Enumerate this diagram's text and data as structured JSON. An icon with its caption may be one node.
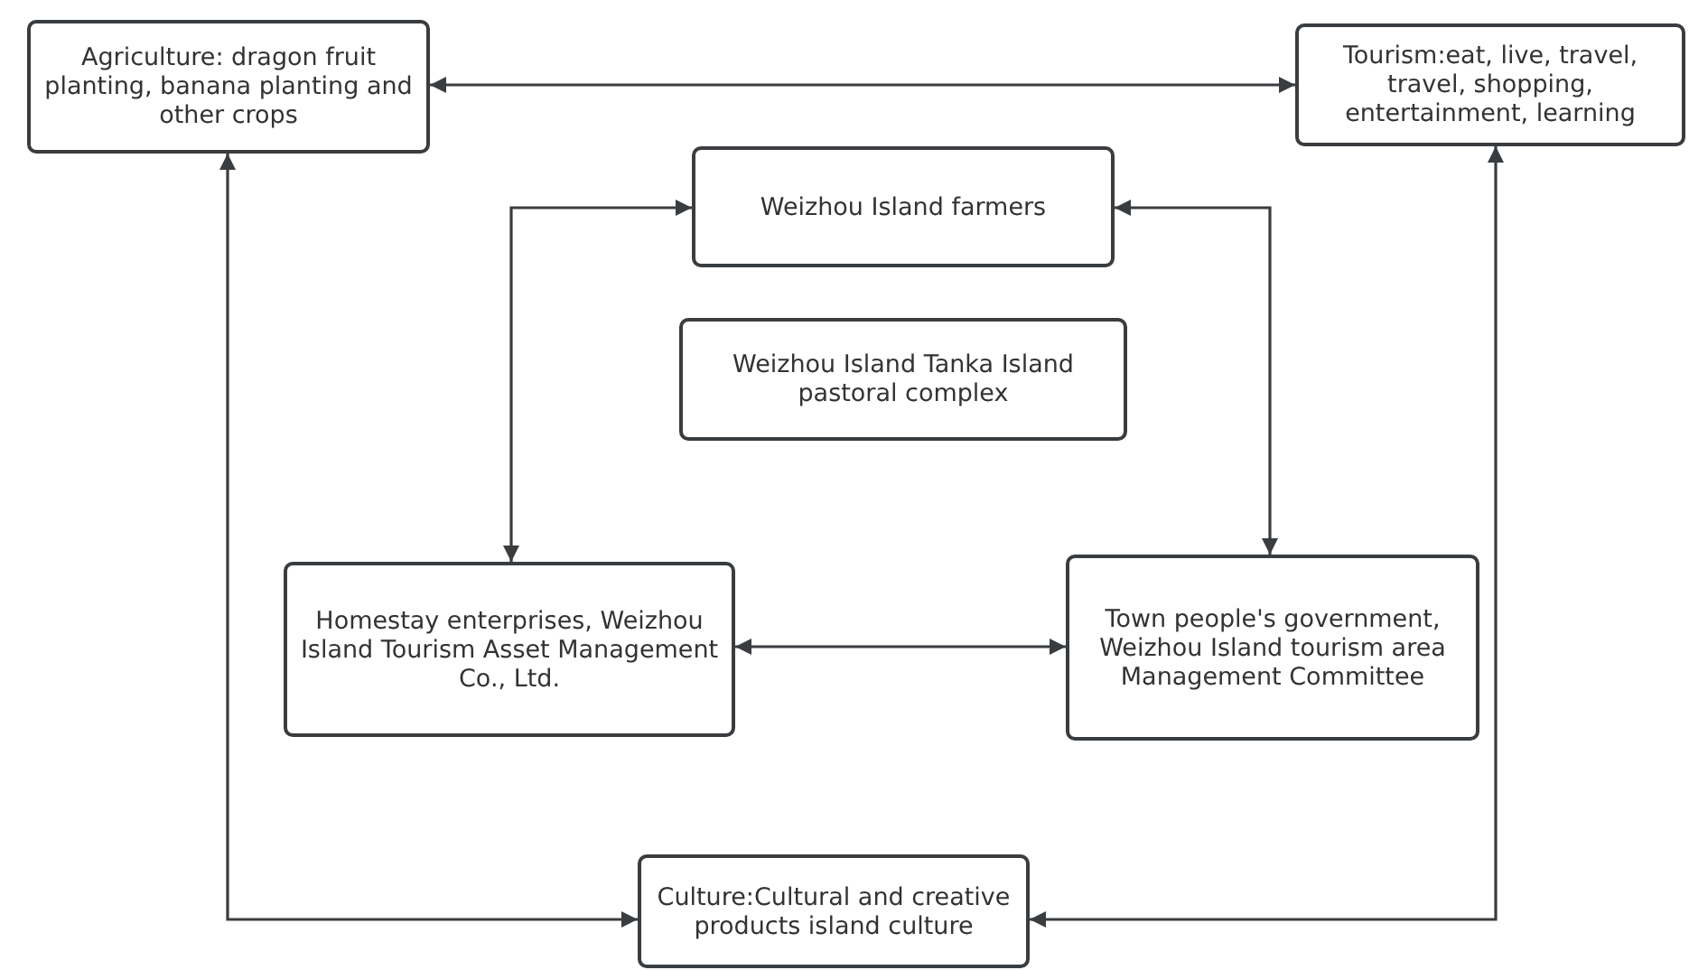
{
  "diagram": {
    "nodes": [
      {
        "text": [
          "Agriculture: dragon fruit planting, banana planting and other crops"
        ]
      },
      {
        "text": [
          "Tourism:eat, live, travel, travel, shopping, entertainment, learning"
        ]
      },
      {
        "text": [
          "Weizhou Island farmers"
        ]
      },
      {
        "text": [
          "Weizhou Island Tanka Island pastoral complex"
        ]
      },
      {
        "text": [
          "Homestay enterprises, Weizhou Island Tourism Asset Management Co., Ltd."
        ]
      },
      {
        "text": [
          "Town people's government, Weizhou Island tourism area Management Committee"
        ]
      },
      {
        "text": [
          "Culture:Cultural and creative products island culture"
        ]
      }
    ],
    "edges": [
      {
        "from": 0,
        "to": 1,
        "arrow": "both"
      },
      {
        "from": 2,
        "to": 4,
        "arrow": "both"
      },
      {
        "from": 2,
        "to": 5,
        "arrow": "both"
      },
      {
        "from": 4,
        "to": 5,
        "arrow": "both"
      },
      {
        "from": 6,
        "to": 0,
        "arrow": "both"
      },
      {
        "from": 6,
        "to": 1,
        "arrow": "both"
      }
    ]
  }
}
